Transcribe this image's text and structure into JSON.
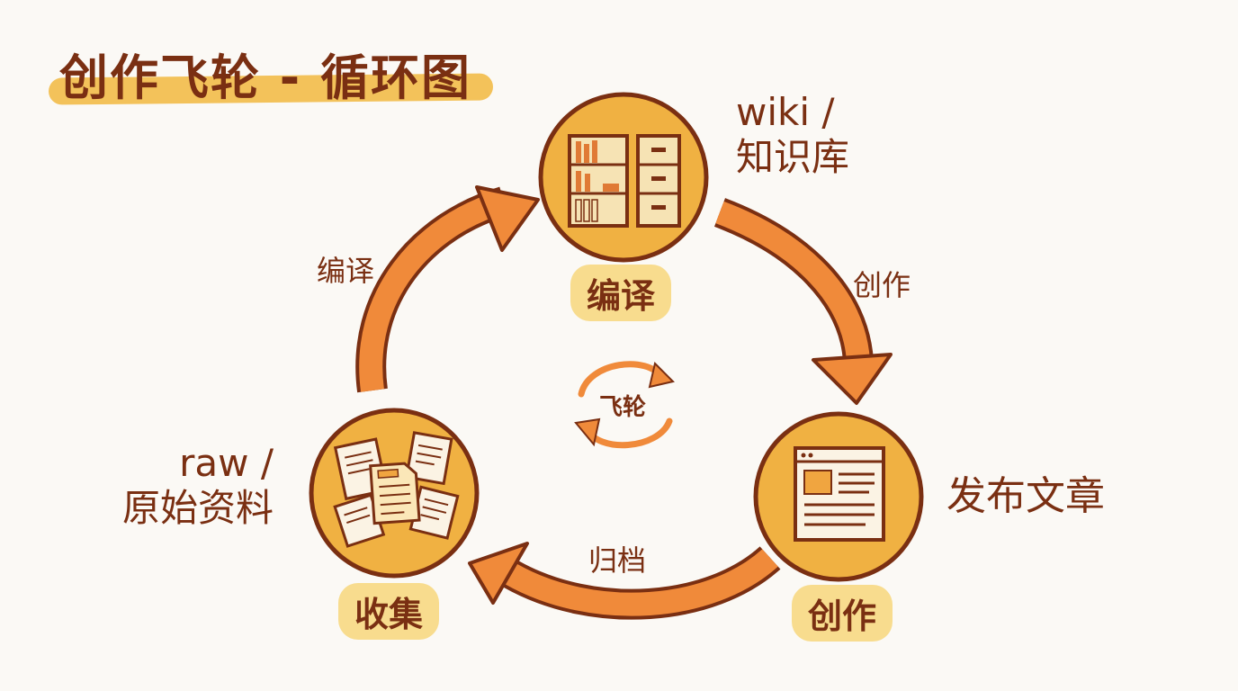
{
  "title": "创作飞轮 - 循环图",
  "colors": {
    "accent": "#f08a3a",
    "outline": "#7a2f12",
    "node_fill": "#f0b142",
    "tag_fill": "#f8dc8e",
    "highlight": "#f3c25a"
  },
  "nodes": {
    "top": {
      "tag": "编译",
      "desc_line1": "wiki /",
      "desc_line2": "知识库",
      "icon": "bookshelf-cabinet-icon"
    },
    "right": {
      "tag": "创作",
      "desc": "发布文章",
      "icon": "article-page-icon"
    },
    "left": {
      "tag": "收集",
      "desc_line1": "raw /",
      "desc_line2": "原始资料",
      "icon": "scattered-documents-icon"
    }
  },
  "arrows": {
    "left_to_top": "编译",
    "top_to_right": "创作",
    "right_to_left": "归档"
  },
  "center": {
    "label": "飞轮",
    "icon": "cycle-arrows-icon"
  }
}
